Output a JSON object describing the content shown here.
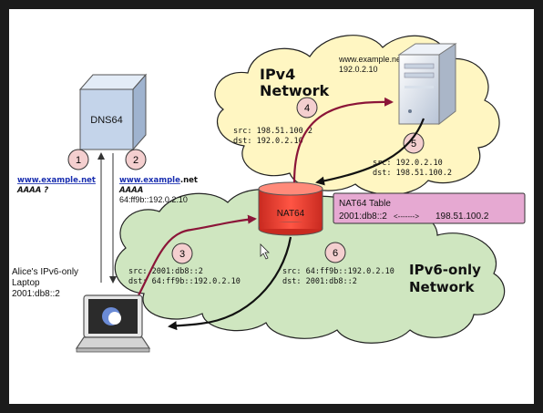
{
  "dns": {
    "label": "DNS64"
  },
  "steps": [
    "1",
    "2",
    "3",
    "4",
    "5",
    "6"
  ],
  "query": {
    "domain": "www.example.net",
    "type": "AAAA ?"
  },
  "response": {
    "domain_link": "www.example",
    "domain_rest": ".net",
    "type": "AAAA",
    "address": "64:ff9b::192.0.2.10"
  },
  "ipv4_net": {
    "line1": "IPv4",
    "line2": "Network"
  },
  "ipv6_net": {
    "line1": "IPv6-only",
    "line2": "Network"
  },
  "server": {
    "name": "www.example.net",
    "ip": "192.0.2.10"
  },
  "nat": {
    "label": "NAT64",
    "table_title": "NAT64 Table",
    "table_left": "2001:db8::2",
    "table_arrow": "<------->",
    "table_right": "198.51.100.2"
  },
  "laptop": {
    "line1": "Alice's IPv6-only",
    "line2": "Laptop",
    "line3": "2001:db8::2"
  },
  "pkt3": {
    "src": "src: 2001:db8::2",
    "dst": "dst: 64:ff9b::192.0.2.10"
  },
  "pkt4": {
    "src": "src: 198.51.100.2",
    "dst": "dst: 192.0.2.10"
  },
  "pkt5": {
    "src": "src:  192.0.2.10",
    "dst": "dst:  198.51.100.2"
  },
  "pkt6": {
    "src": "src: 64:ff9b::192.0.2.10",
    "dst": "dst: 2001:db8::2"
  },
  "colors": {
    "arrow_red": "#8b1538",
    "cloud_ipv4": "#fff6c2",
    "cloud_ipv6": "#cfe6c0",
    "nat_cyl": "#ef3b2c",
    "table": "#e6a9d2"
  }
}
